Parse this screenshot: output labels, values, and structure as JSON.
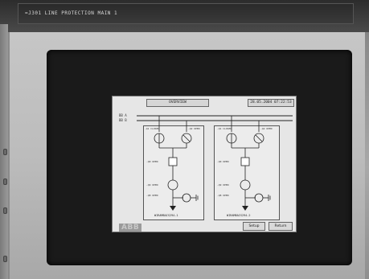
{
  "nameplate": {
    "text": "=J301   LINE PROTECTION MAIN 1"
  },
  "screen": {
    "tab_title": "OVERVIEW",
    "datetime": "28.05.2004 07:22:53",
    "busbars": [
      "BB A",
      "BB B"
    ],
    "bays": [
      {
        "name": "WIRAMBAIS294-1"
      },
      {
        "name": "WIRAMBAIS294-2"
      }
    ],
    "device_labels": {
      "left_q1": "-Q1 CLOSED",
      "left_q2": "-Q2 OPEN",
      "left_q0": "-Q0 OPEN",
      "left_q9": "-Q9 OPEN",
      "left_q8": "-Q8 OPEN",
      "right_q1": "-Q1 CLOSED",
      "right_q2": "-Q2 OPEN",
      "right_q0": "-Q0 OPEN",
      "right_q9": "-Q9 OPEN",
      "right_q8": "-Q8 OPEN"
    },
    "logo": "ABB",
    "buttons": {
      "setup": "Setup",
      "return": "Return"
    }
  }
}
